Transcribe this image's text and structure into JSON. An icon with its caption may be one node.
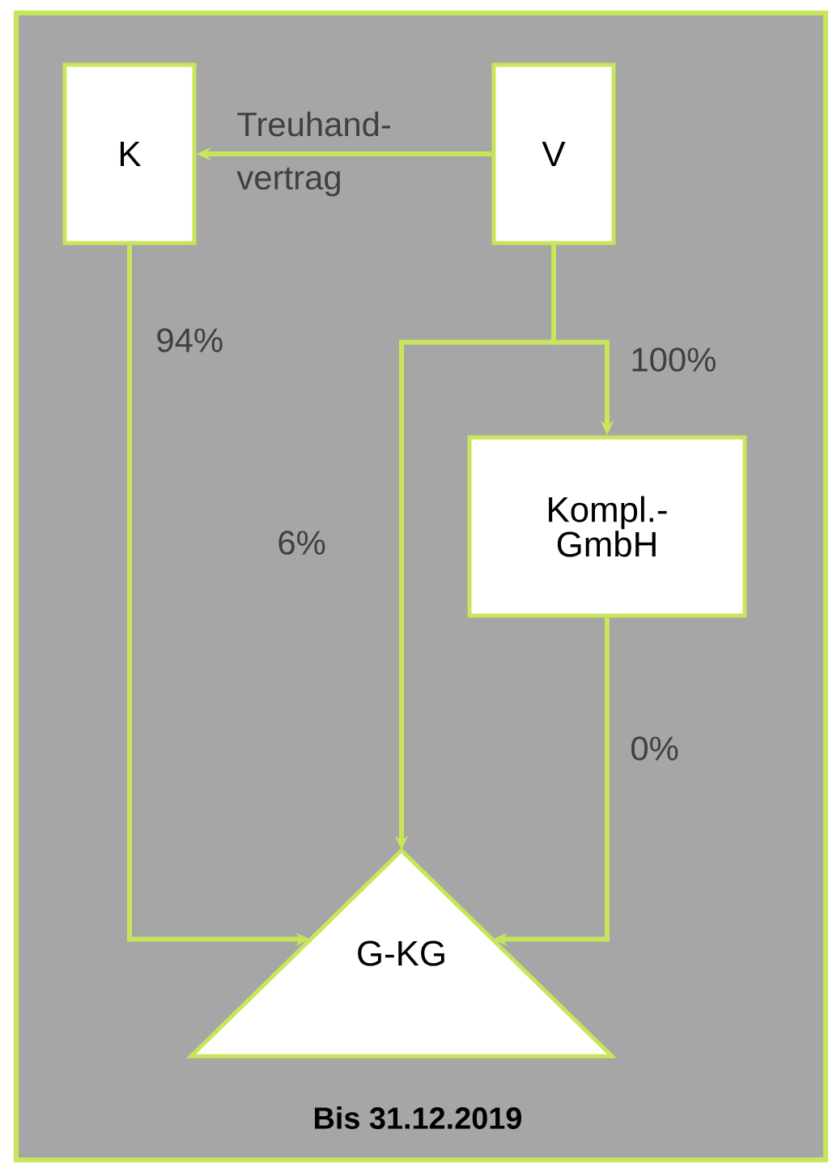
{
  "diagram": {
    "caption": "Bis 31.12.2019",
    "nodes": [
      {
        "text": [
          "K"
        ]
      },
      {
        "text": [
          "V"
        ]
      },
      {
        "text": [
          "Kompl.- GmbH"
        ]
      },
      {
        "text": [
          "G-KG"
        ]
      }
    ],
    "edges": [
      {
        "from": 1,
        "to": 0,
        "arrow": "to",
        "label": "Treuhand- vertrag"
      },
      {
        "from": 0,
        "to": 3,
        "arrow": "to",
        "label": "94%"
      },
      {
        "from": 1,
        "to": 3,
        "arrow": "to",
        "label": "6%"
      },
      {
        "from": 1,
        "to": 2,
        "arrow": "to",
        "label": "100%"
      },
      {
        "from": 2,
        "to": 3,
        "arrow": "to",
        "label": "0%"
      }
    ]
  }
}
